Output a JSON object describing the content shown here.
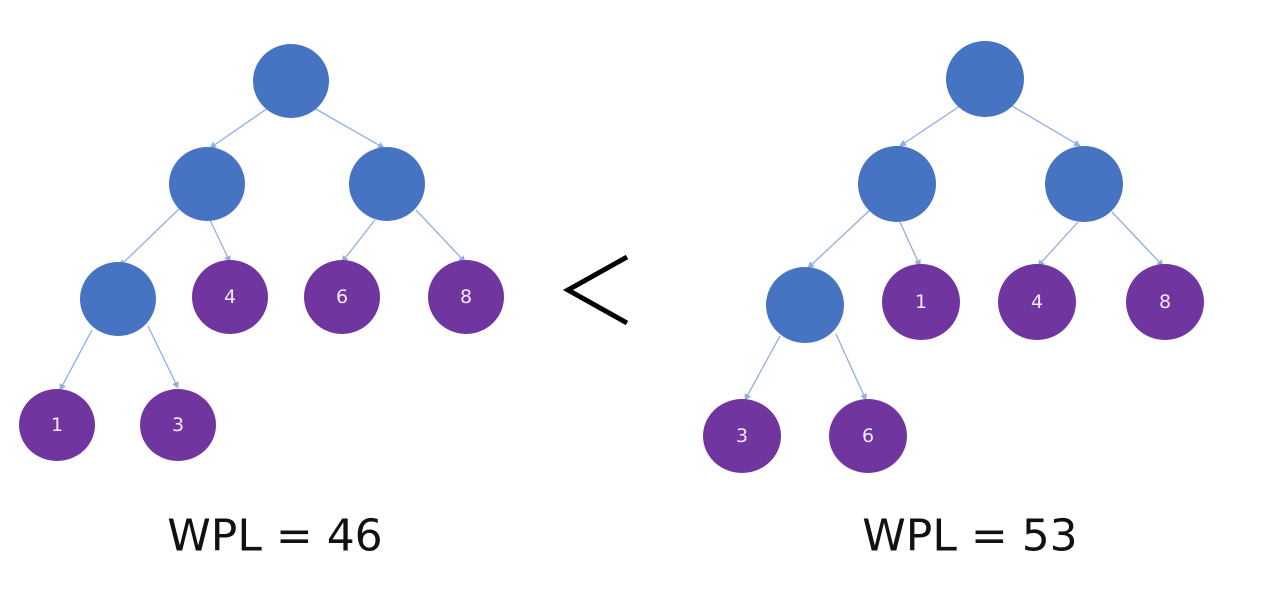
{
  "colors": {
    "internal_node": "#4674c3",
    "leaf_node": "#7135a0",
    "edge": "#8fb0df"
  },
  "comparison": "<",
  "trees": [
    {
      "leaves": [
        "1",
        "3",
        "4",
        "6",
        "8"
      ],
      "wpl": "WPL = 46"
    },
    {
      "leaves": [
        "3",
        "6",
        "1",
        "4",
        "8"
      ],
      "wpl": "WPL = 53"
    }
  ]
}
